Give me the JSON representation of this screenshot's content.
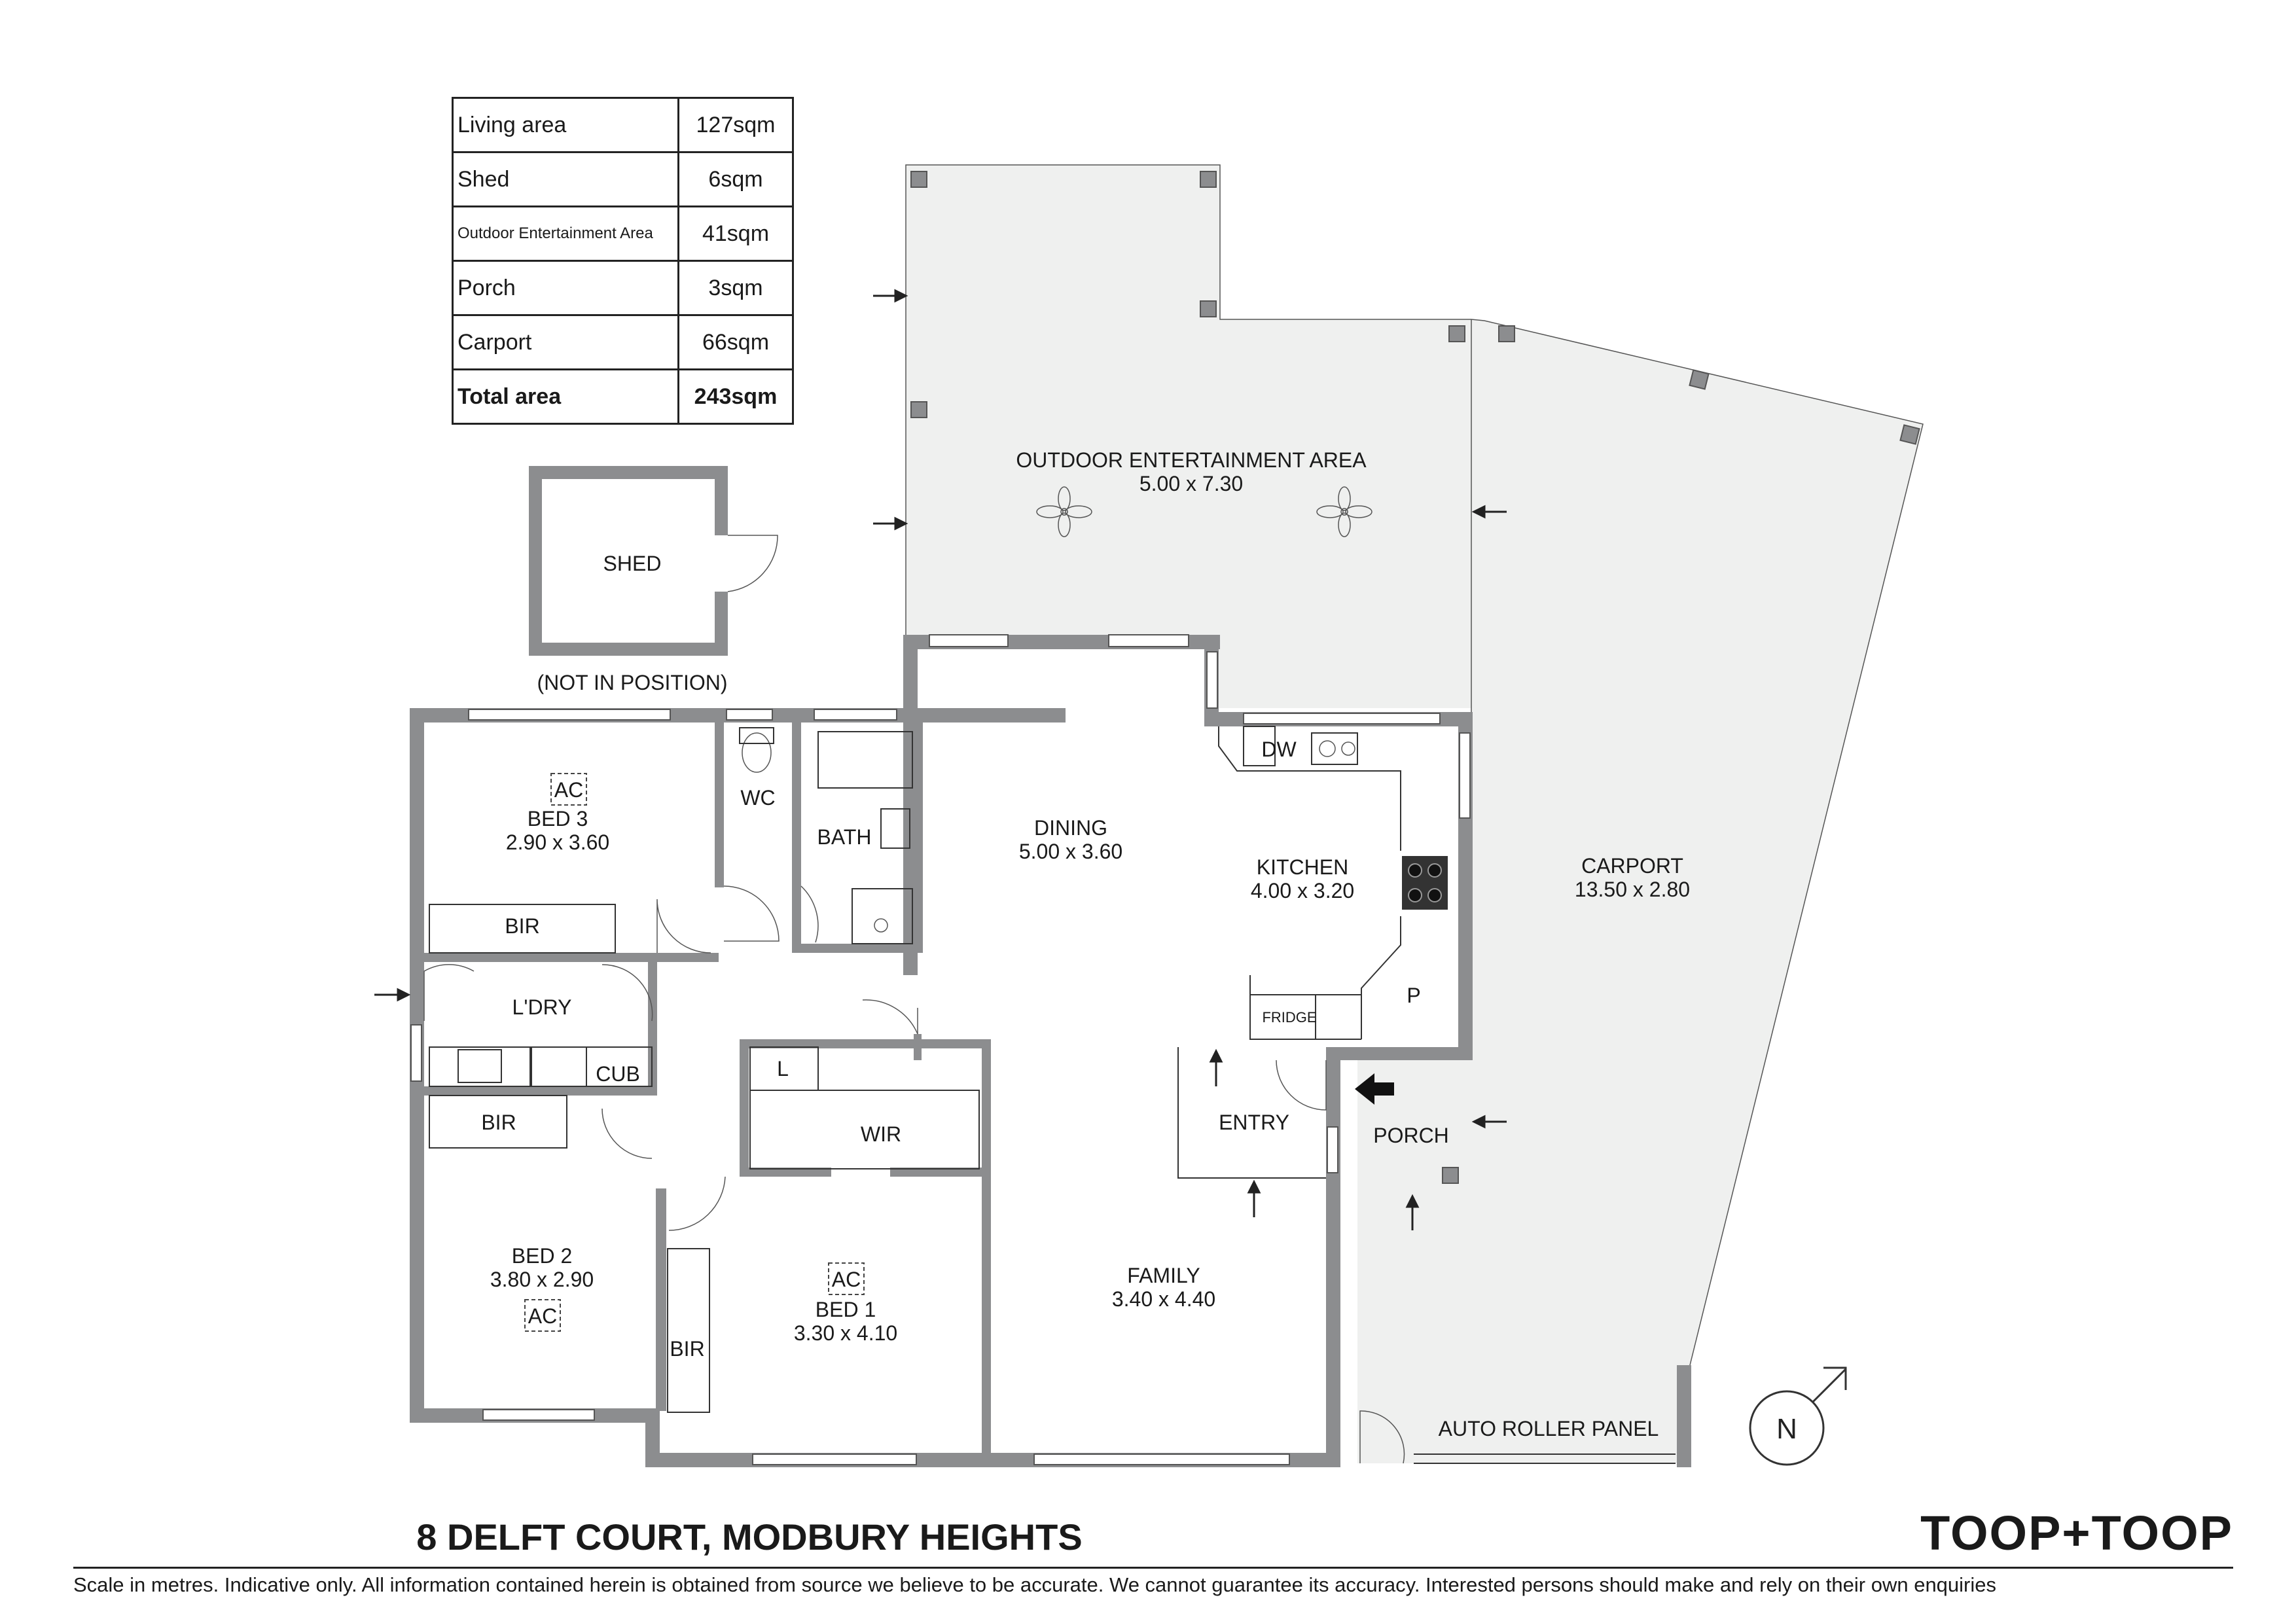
{
  "area_table": {
    "rows": [
      {
        "name": "Living area",
        "value": "127sqm"
      },
      {
        "name": "Shed",
        "value": "6sqm"
      },
      {
        "name": "Outdoor Entertainment Area",
        "value": "41sqm"
      },
      {
        "name": "Porch",
        "value": "3sqm"
      },
      {
        "name": "Carport",
        "value": "66sqm"
      }
    ],
    "total": {
      "name": "Total area",
      "value": "243sqm"
    }
  },
  "rooms": {
    "outdoor": {
      "name": "OUTDOOR ENTERTAINMENT AREA",
      "dims": "5.00 x 7.30"
    },
    "shed": {
      "name": "SHED",
      "note": "(NOT IN POSITION)"
    },
    "bed3": {
      "ac": "AC",
      "name": "BED 3",
      "dims": "2.90 x 3.60",
      "bir": "BIR"
    },
    "wc": {
      "name": "WC"
    },
    "bath": {
      "name": "BATH"
    },
    "dining": {
      "name": "DINING",
      "dims": "5.00 x 3.60"
    },
    "kitchen": {
      "name": "KITCHEN",
      "dims": "4.00 x 3.20",
      "dw": "DW",
      "fridge": "FRIDGE",
      "pantry": "P"
    },
    "carport": {
      "name": "CARPORT",
      "dims": "13.50 x 2.80",
      "roller": "AUTO ROLLER PANEL"
    },
    "laundry": {
      "name": "L'DRY",
      "cub": "CUB"
    },
    "linen": {
      "name": "L"
    },
    "wir": {
      "name": "WIR"
    },
    "entry": {
      "name": "ENTRY"
    },
    "porch": {
      "name": "PORCH"
    },
    "bed2": {
      "bir": "BIR",
      "name": "BED 2",
      "dims": "3.80 x 2.90",
      "ac": "AC"
    },
    "bed1": {
      "ac": "AC",
      "name": "BED 1",
      "dims": "3.30 x 4.10",
      "bir": "BIR"
    },
    "family": {
      "name": "FAMILY",
      "dims": "3.40 x 4.40"
    }
  },
  "compass": {
    "label": "N"
  },
  "footer": {
    "address": "8 DELFT COURT, MODBURY HEIGHTS",
    "brand": "TOOP+TOOP",
    "disclaimer": "Scale in metres. Indicative only. All information contained herein is obtained from source we believe to be accurate. We cannot guarantee its accuracy. Interested persons should make and rely on their own enquiries"
  },
  "colors": {
    "wall": "#8c8d8f",
    "outdoor_fill": "#eff0ef",
    "text": "#1a1a1a"
  }
}
